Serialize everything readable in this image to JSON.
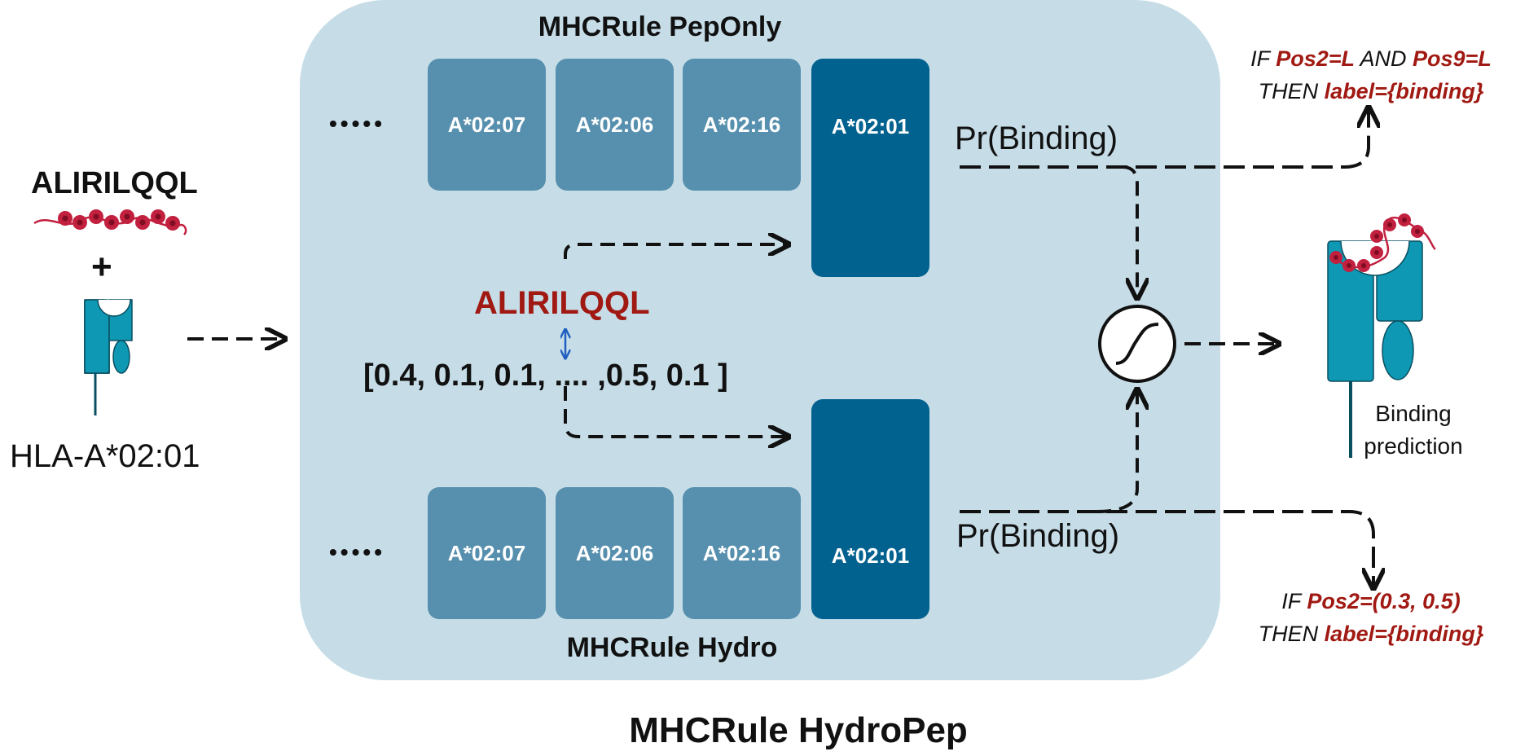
{
  "input": {
    "peptide": "ALIRILQQL",
    "plus": "+",
    "hla": "HLA-A*02:01"
  },
  "pepOnly": {
    "title": "MHCRule PepOnly",
    "ellipsis": "•••••",
    "alleles": [
      "A*02:07",
      "A*02:06",
      "A*02:16",
      "A*02:01"
    ],
    "output": "Pr(Binding)"
  },
  "hydro": {
    "title": "MHCRule Hydro",
    "ellipsis": "•••••",
    "alleles": [
      "A*02:07",
      "A*02:06",
      "A*02:16",
      "A*02:01"
    ],
    "output": "Pr(Binding)"
  },
  "center": {
    "peptide": "ALIRILQQL",
    "vector": "[0.4, 0.1, 0.1, .... ,0.5, 0.1 ]"
  },
  "rule_top": {
    "l1_if": "IF",
    "l1_c1": "Pos2=L",
    "l1_and": "AND",
    "l1_c2": "Pos9=L",
    "l2_then": "THEN",
    "l2_label": "label={binding}"
  },
  "rule_bottom": {
    "l1_if": "IF",
    "l1_c1": "Pos2=(0.3, 0.5)",
    "l2_then": "THEN",
    "l2_label": "label={binding}"
  },
  "result": {
    "line1": "Binding",
    "line2": "prediction"
  },
  "footer": {
    "title": "MHCRule HydroPep"
  },
  "colors": {
    "panel": "#c6dde8",
    "allele_light": "#5790ae",
    "allele_dark": "#02628f",
    "accent_red": "#a01912",
    "receptor": "#0e98b4",
    "bead": "#c2203f",
    "double_arrow": "#1f5fbf"
  }
}
